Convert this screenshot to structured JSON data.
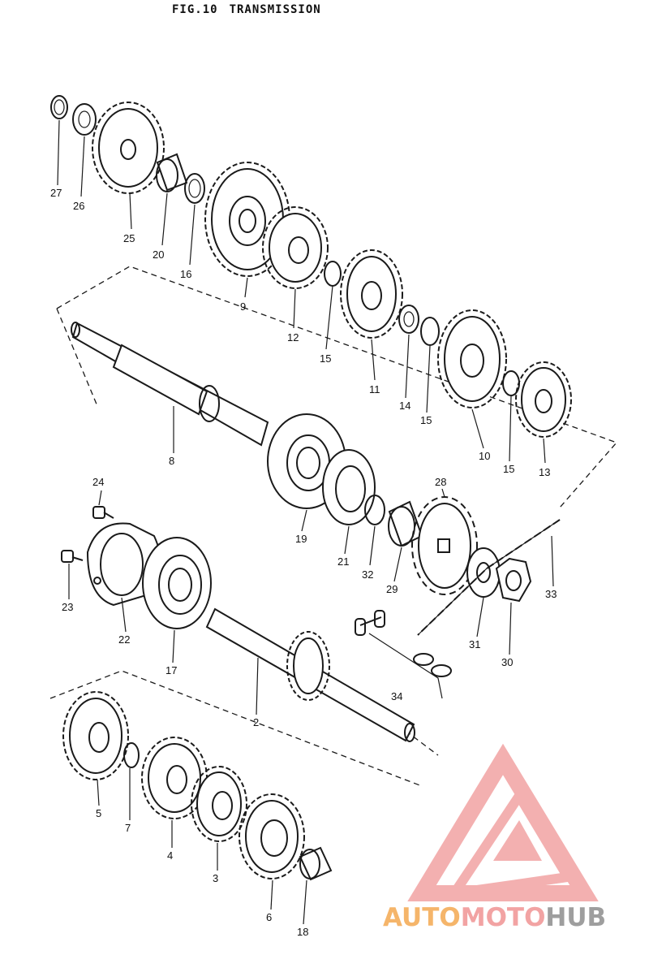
{
  "figure": {
    "fig_number": "FIG.10",
    "fig_title": "TRANSMISSION"
  },
  "parts": [
    "27",
    "26",
    "25",
    "20",
    "16",
    "9",
    "12",
    "15",
    "11",
    "14",
    "15",
    "10",
    "15",
    "13",
    "8",
    "19",
    "21",
    "32",
    "29",
    "28",
    "24",
    "23",
    "22",
    "17",
    "2",
    "33",
    "31",
    "30",
    "34",
    "5",
    "7",
    "4",
    "3",
    "6",
    "18"
  ],
  "watermark": {
    "part1": "AUTO",
    "part2": "MOTO",
    "part3": "HUB",
    "colors": [
      "#f5b56a",
      "#f2a3a3",
      "#9e9e9e"
    ]
  }
}
